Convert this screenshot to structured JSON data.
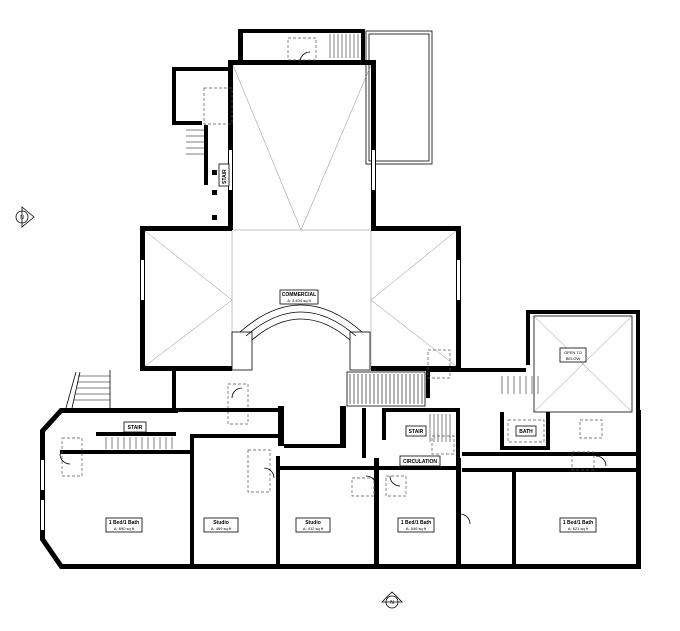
{
  "rooms": [
    {
      "id": "commercial",
      "name": "COMMERCIAL",
      "area": "A:  3,404 sq ft"
    },
    {
      "id": "bedbath-west",
      "name": "1 Bed/1 Bath",
      "area": "A:  690 sq ft"
    },
    {
      "id": "studio-1",
      "name": "Studio",
      "area": "A:  469 sq ft"
    },
    {
      "id": "studio-2",
      "name": "Studio",
      "area": "A:  412 sq ft"
    },
    {
      "id": "bedbath-mid",
      "name": "1 Bed/1 Bath",
      "area": "A:  546 sq ft"
    },
    {
      "id": "bedbath-east",
      "name": "1 Bed/1 Bath",
      "area": "A:  621 sq ft"
    }
  ],
  "tags": {
    "stair_north": "STAIR",
    "stair_west": "STAIR",
    "stair_center": "STAIR",
    "circulation": "CIRCULATION",
    "bath_core": "BATH",
    "open_below": "OPEN TO\nBELOW"
  },
  "markers": {
    "north_arrow_west": "N",
    "north_arrow_south": "N"
  },
  "colors": {
    "wall": "#000000",
    "background": "#ffffff",
    "guide": "#888888"
  }
}
